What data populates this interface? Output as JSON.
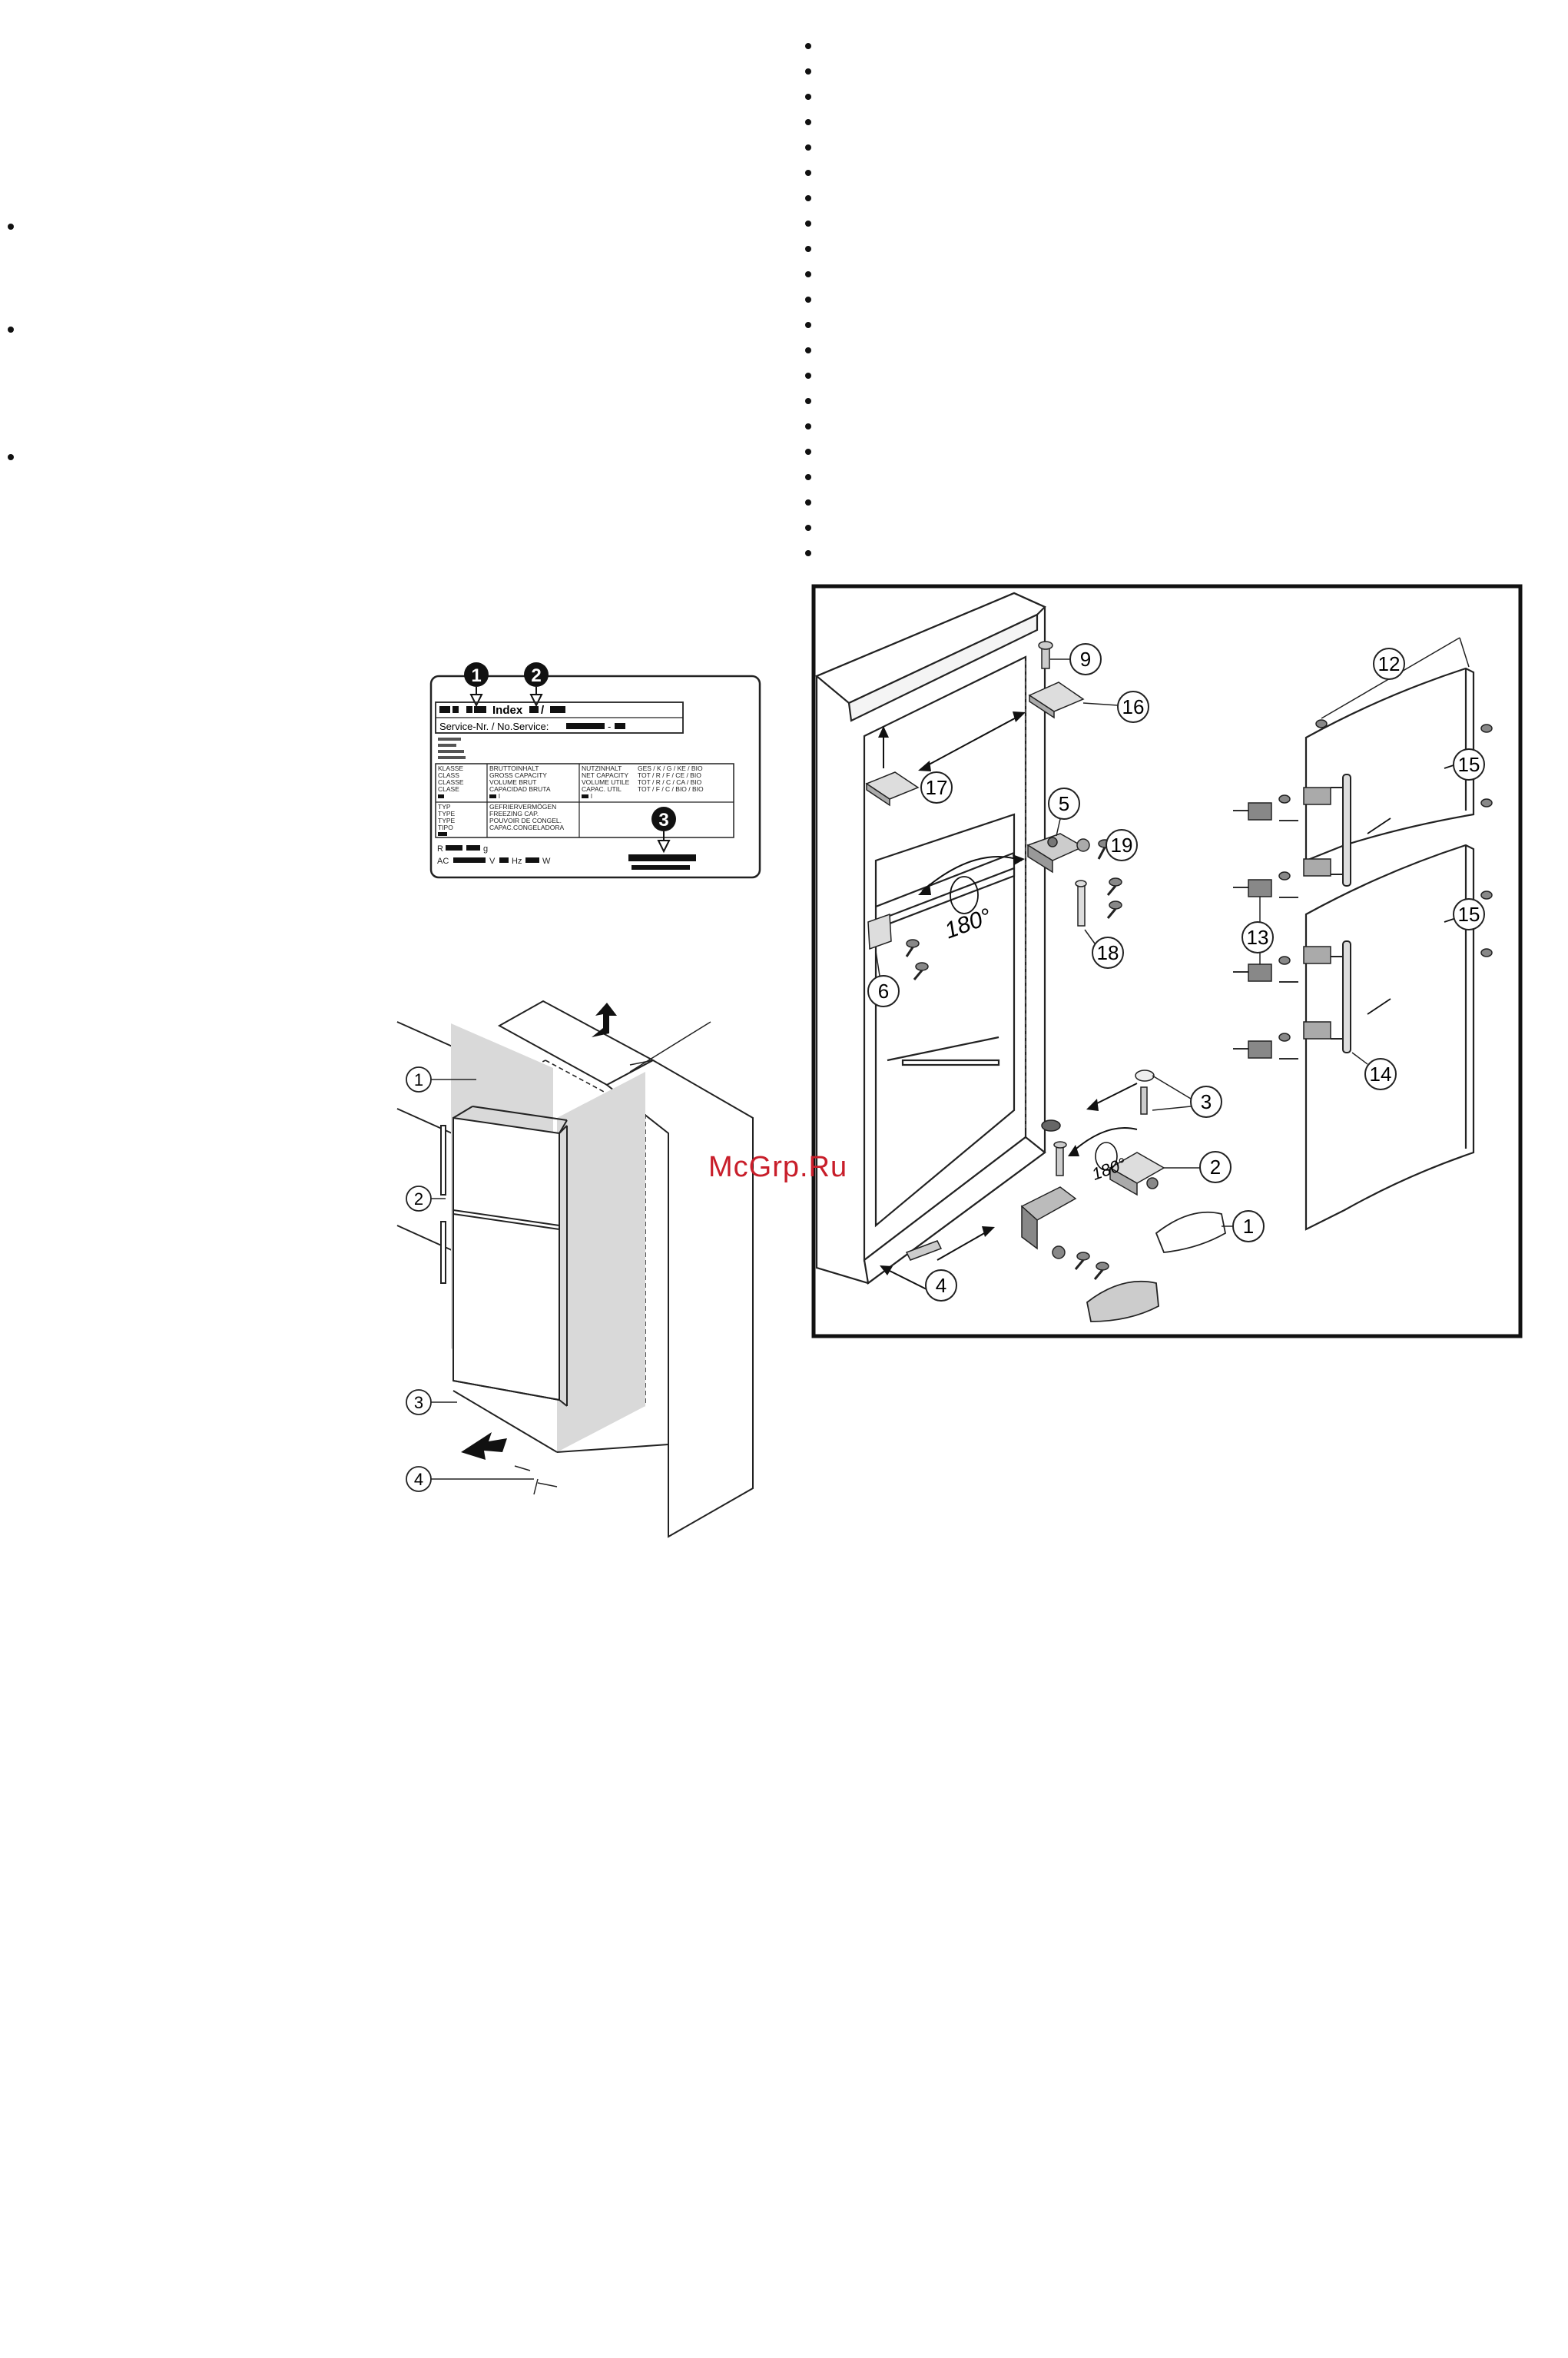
{
  "rating_label": {
    "callouts": [
      "1",
      "2",
      "3"
    ],
    "line1_index": "Index",
    "line2_service": "Service-Nr. / No.Service:",
    "col_class": [
      "KLASSE",
      "CLASS",
      "CLASSE",
      "CLASE"
    ],
    "col_gross": [
      "BRUTTOINHALT",
      "GROSS CAPACITY",
      "VOLUME BRUT",
      "CAPACIDAD BRUTA"
    ],
    "col_net": [
      "NUTZINHALT",
      "NET CAPACITY",
      "VOLUME UTILE",
      "CAPAC. UTIL"
    ],
    "col_net_codes": [
      "GES / K / G / KE / BIO",
      "TOT / R / F / CE / BIO",
      "TOT / R / C / CA / BIO",
      "TOT / F / C / BIO / BIO"
    ],
    "gross_unit": "l",
    "net_unit": "l",
    "col_type": [
      "TYP",
      "TYPE",
      "TYPE",
      "TIPO"
    ],
    "col_freeze": [
      "GEFRIERVERMÖGEN",
      "FREEZING CAP.",
      "POUVOIR DE CONGEL.",
      "CAPAC.CONGELADORA"
    ],
    "refrigerant_prefix": "R",
    "refrigerant_unit": "g",
    "ac_prefix": "AC",
    "ac_v": "V",
    "ac_hz": "Hz",
    "ac_w": "W"
  },
  "install_figure": {
    "callouts": [
      "1",
      "2",
      "3",
      "4"
    ]
  },
  "door_figure": {
    "callouts": [
      "1",
      "2",
      "3",
      "4",
      "5",
      "6",
      "9",
      "12",
      "13",
      "14",
      "15",
      "15",
      "16",
      "17",
      "18",
      "19"
    ],
    "angle_1": "180°",
    "angle_2": "180°"
  },
  "watermark": "McGrp.Ru"
}
